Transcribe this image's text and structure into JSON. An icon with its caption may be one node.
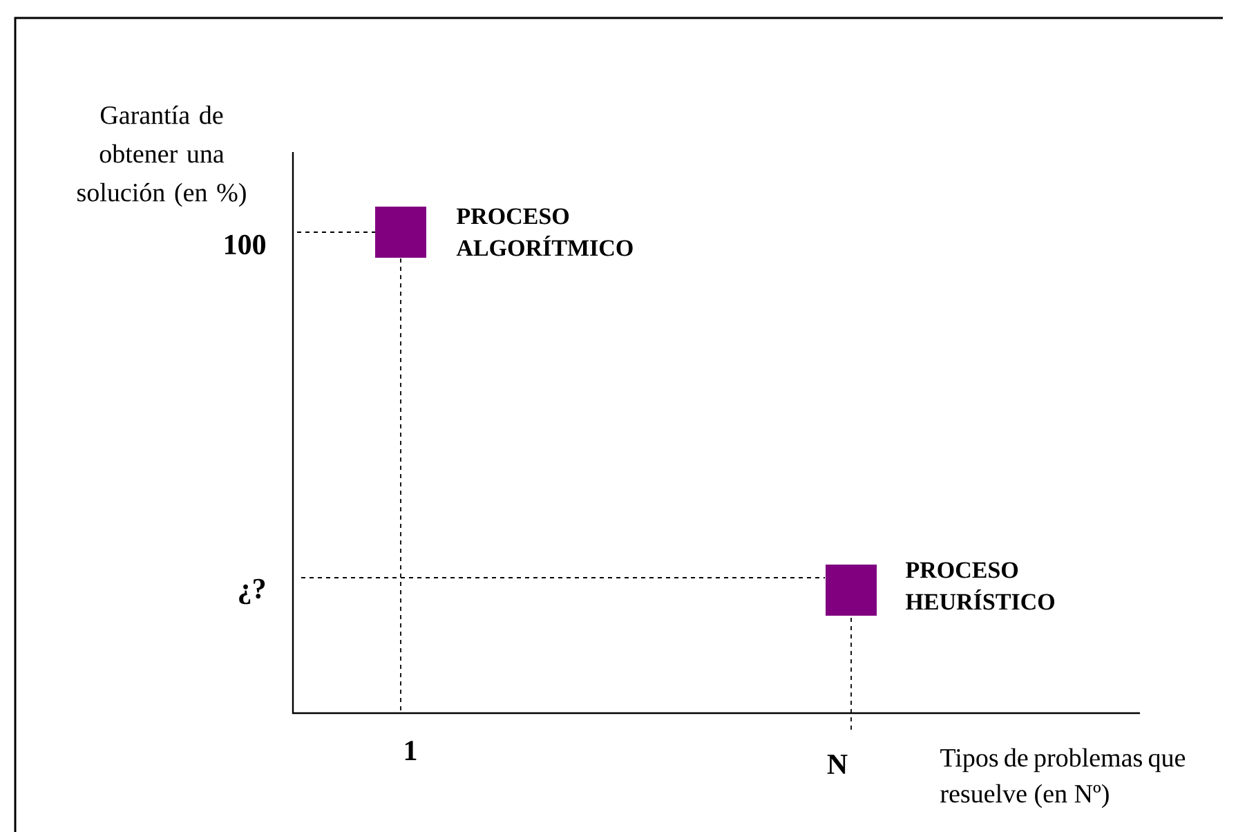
{
  "diagram": {
    "nodes": [
      {
        "text": [],
        "shape": "box",
        "beside": [
          "PROCESO ALGORÍTMICO"
        ]
      },
      {
        "text": [],
        "shape": "box",
        "beside": [
          "PROCESO HEURÍSTICO"
        ]
      }
    ],
    "labels": [
      "Garantía de obtener una solución (en %)",
      "100",
      "¿?",
      "1",
      "N",
      "Tipos de problemas que resuelve (en Nº)"
    ]
  }
}
